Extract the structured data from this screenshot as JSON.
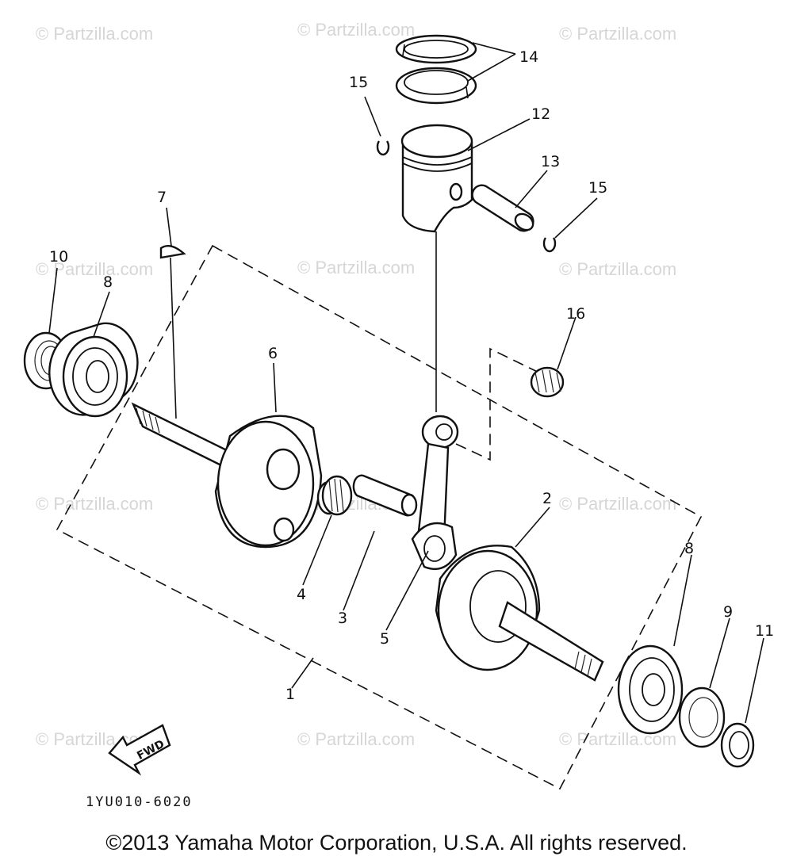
{
  "watermark_text": "© Partzilla.com",
  "drawing_code": "1YU010-6020",
  "fwd_label": "FWD",
  "copyright": "©2013 Yamaha Motor Corporation, U.S.A. All rights reserved.",
  "callouts": [
    {
      "id": "1",
      "label": "1"
    },
    {
      "id": "2",
      "label": "2"
    },
    {
      "id": "3",
      "label": "3"
    },
    {
      "id": "4",
      "label": "4"
    },
    {
      "id": "5",
      "label": "5"
    },
    {
      "id": "6",
      "label": "6"
    },
    {
      "id": "7",
      "label": "7"
    },
    {
      "id": "8a",
      "label": "8"
    },
    {
      "id": "8b",
      "label": "8"
    },
    {
      "id": "9",
      "label": "9"
    },
    {
      "id": "10",
      "label": "10"
    },
    {
      "id": "11",
      "label": "11"
    },
    {
      "id": "12",
      "label": "12"
    },
    {
      "id": "13",
      "label": "13"
    },
    {
      "id": "14",
      "label": "14"
    },
    {
      "id": "15a",
      "label": "15"
    },
    {
      "id": "15b",
      "label": "15"
    },
    {
      "id": "16",
      "label": "16"
    }
  ]
}
